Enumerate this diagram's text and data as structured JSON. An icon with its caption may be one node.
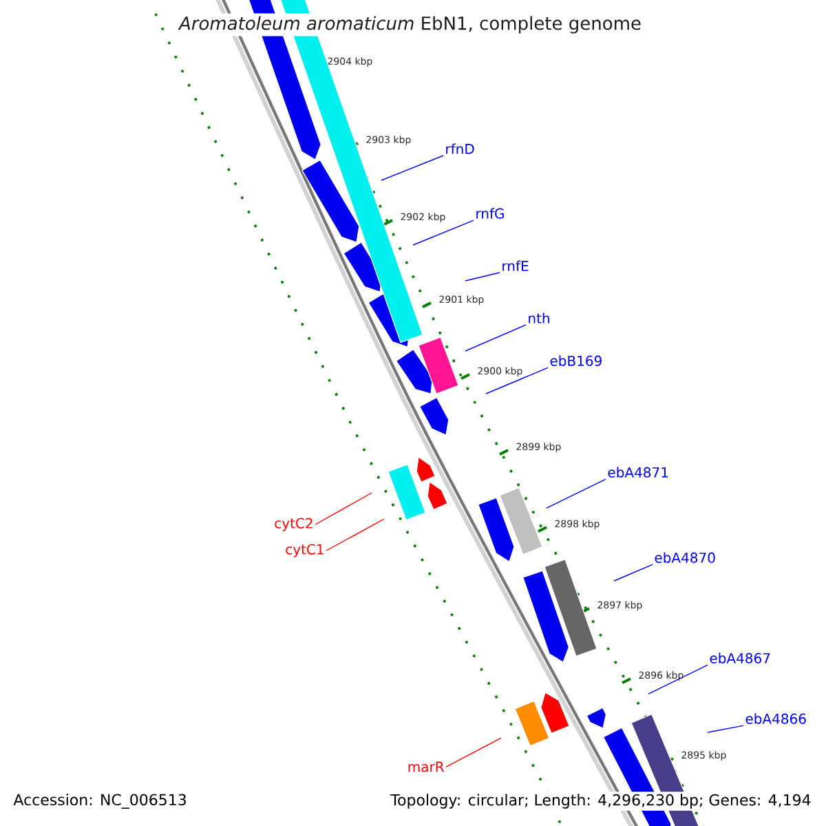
{
  "diagram": {
    "title": "*Aromatoleum aromaticum* EbN1, complete genome",
    "nodes": [
      {
        "text": [
          "rfnD"
        ]
      },
      {
        "text": [
          "rnfG"
        ]
      },
      {
        "text": [
          "rnfE"
        ]
      },
      {
        "text": [
          "nth"
        ]
      },
      {
        "text": [
          "ebB169"
        ]
      },
      {
        "text": [
          "ebA4871"
        ]
      },
      {
        "text": [
          "cytC2"
        ]
      },
      {
        "text": [
          "cytC1"
        ]
      },
      {
        "text": [
          "ebA4870"
        ]
      },
      {
        "text": [
          "ebA4867"
        ]
      },
      {
        "text": [
          "ebA4866"
        ]
      },
      {
        "text": [
          "marR"
        ]
      }
    ],
    "edges": [
      {
        "from": 0,
        "to": null,
        "arrow": "none"
      },
      {
        "from": 1,
        "to": null,
        "arrow": "none"
      },
      {
        "from": 2,
        "to": null,
        "arrow": "none"
      },
      {
        "from": 3,
        "to": null,
        "arrow": "none"
      },
      {
        "from": 4,
        "to": null,
        "arrow": "none"
      },
      {
        "from": 5,
        "to": null,
        "arrow": "none"
      },
      {
        "from": 6,
        "to": null,
        "arrow": "none",
        "color": "#ff0000"
      },
      {
        "from": 7,
        "to": null,
        "arrow": "none",
        "color": "#ff0000"
      },
      {
        "from": 8,
        "to": null,
        "arrow": "none"
      },
      {
        "from": 9,
        "to": null,
        "arrow": "none"
      },
      {
        "from": 10,
        "to": null,
        "arrow": "none"
      },
      {
        "from": 11,
        "to": null,
        "arrow": "none",
        "color": "#ff0000"
      }
    ],
    "labels": [
      "2904 kbp",
      "2903 kbp",
      "2902 kbp",
      "2901 kbp",
      "2900 kbp",
      "2899 kbp",
      "2898 kbp",
      "2897 kbp",
      "2896 kbp",
      "2895 kbp",
      "Accession: NC_006513",
      "Topology: circular; Length: 4,296,230 bp; Genes: 4,194"
    ]
  }
}
